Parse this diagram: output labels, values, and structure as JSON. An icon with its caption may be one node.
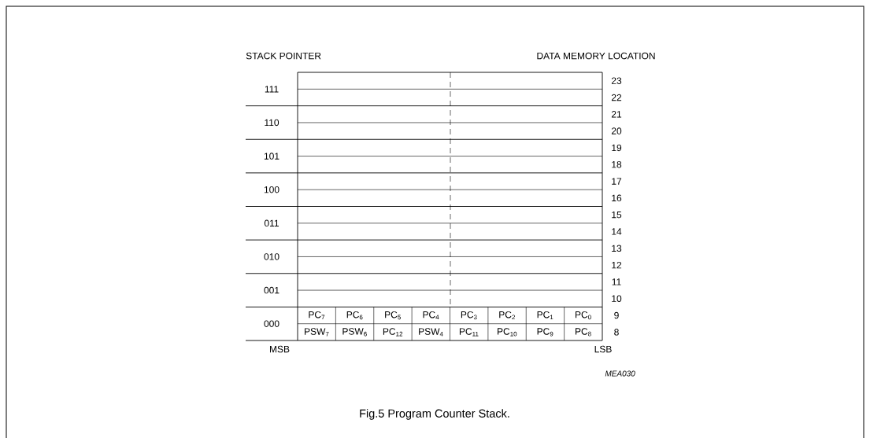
{
  "diagram": {
    "caption": "Fig.5 Program Counter Stack.",
    "labels": [
      "STACK POINTER",
      "DATA MEMORY LOCATION",
      "111",
      "23",
      "22",
      "110",
      "21",
      "20",
      "101",
      "19",
      "18",
      "100",
      "17",
      "16",
      "011",
      "15",
      "14",
      "010",
      "13",
      "12",
      "001",
      "11",
      "10",
      "000",
      "PC$_{7}$",
      "PC$_{6}$",
      "PC$_{5}$",
      "PC$_{4}$",
      "PC$_{3}$",
      "PC$_{2}$",
      "PC$_{1}$",
      "PC$_{0}$",
      "9",
      "PSW$_{7}$",
      "PSW$_{6}$",
      "PC$_{12}$",
      "PSW$_{4}$",
      "PC$_{11}$",
      "PC$_{10}$",
      "PC$_{9}$",
      "PC$_{8}$",
      "8",
      "MSB",
      "LSB",
      "MEA030"
    ]
  }
}
